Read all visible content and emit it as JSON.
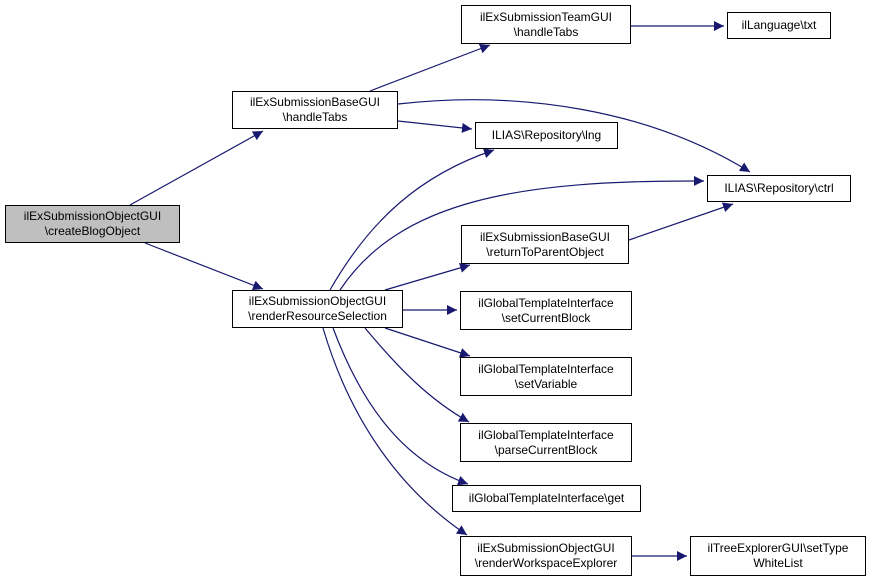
{
  "diagram": {
    "type": "call-graph",
    "edge_color": "#191970",
    "root_fill": "#bfbfbf",
    "nodes": [
      {
        "id": "n0",
        "line1": "ilExSubmissionObjectGUI",
        "line2": "\\createBlogObject",
        "root": true
      },
      {
        "id": "n1",
        "line1": "ilExSubmissionBaseGUI",
        "line2": "\\handleTabs"
      },
      {
        "id": "n2",
        "line1": "ilExSubmissionTeamGUI",
        "line2": "\\handleTabs"
      },
      {
        "id": "n3",
        "line1": "ilLanguage\\txt",
        "line2": ""
      },
      {
        "id": "n4",
        "line1": "ILIAS\\Repository\\lng",
        "line2": ""
      },
      {
        "id": "n5",
        "line1": "ILIAS\\Repository\\ctrl",
        "line2": ""
      },
      {
        "id": "n6",
        "line1": "ilExSubmissionObjectGUI",
        "line2": "\\renderResourceSelection"
      },
      {
        "id": "n7",
        "line1": "ilExSubmissionBaseGUI",
        "line2": "\\returnToParentObject"
      },
      {
        "id": "n8",
        "line1": "ilGlobalTemplateInterface",
        "line2": "\\setCurrentBlock"
      },
      {
        "id": "n9",
        "line1": "ilGlobalTemplateInterface",
        "line2": "\\setVariable"
      },
      {
        "id": "n10",
        "line1": "ilGlobalTemplateInterface",
        "line2": "\\parseCurrentBlock"
      },
      {
        "id": "n11",
        "line1": "ilGlobalTemplateInterface\\get",
        "line2": ""
      },
      {
        "id": "n12",
        "line1": "ilExSubmissionObjectGUI",
        "line2": "\\renderWorkspaceExplorer"
      },
      {
        "id": "n13",
        "line1": "ilTreeExplorerGUI\\setType",
        "line2": "WhiteList"
      }
    ],
    "edges": [
      {
        "from": "n0",
        "to": "n1"
      },
      {
        "from": "n0",
        "to": "n6"
      },
      {
        "from": "n1",
        "to": "n2"
      },
      {
        "from": "n1",
        "to": "n4"
      },
      {
        "from": "n1",
        "to": "n5"
      },
      {
        "from": "n2",
        "to": "n3"
      },
      {
        "from": "n6",
        "to": "n4"
      },
      {
        "from": "n6",
        "to": "n5"
      },
      {
        "from": "n6",
        "to": "n7"
      },
      {
        "from": "n6",
        "to": "n8"
      },
      {
        "from": "n6",
        "to": "n9"
      },
      {
        "from": "n6",
        "to": "n10"
      },
      {
        "from": "n6",
        "to": "n11"
      },
      {
        "from": "n6",
        "to": "n12"
      },
      {
        "from": "n7",
        "to": "n5"
      },
      {
        "from": "n12",
        "to": "n13"
      }
    ]
  }
}
